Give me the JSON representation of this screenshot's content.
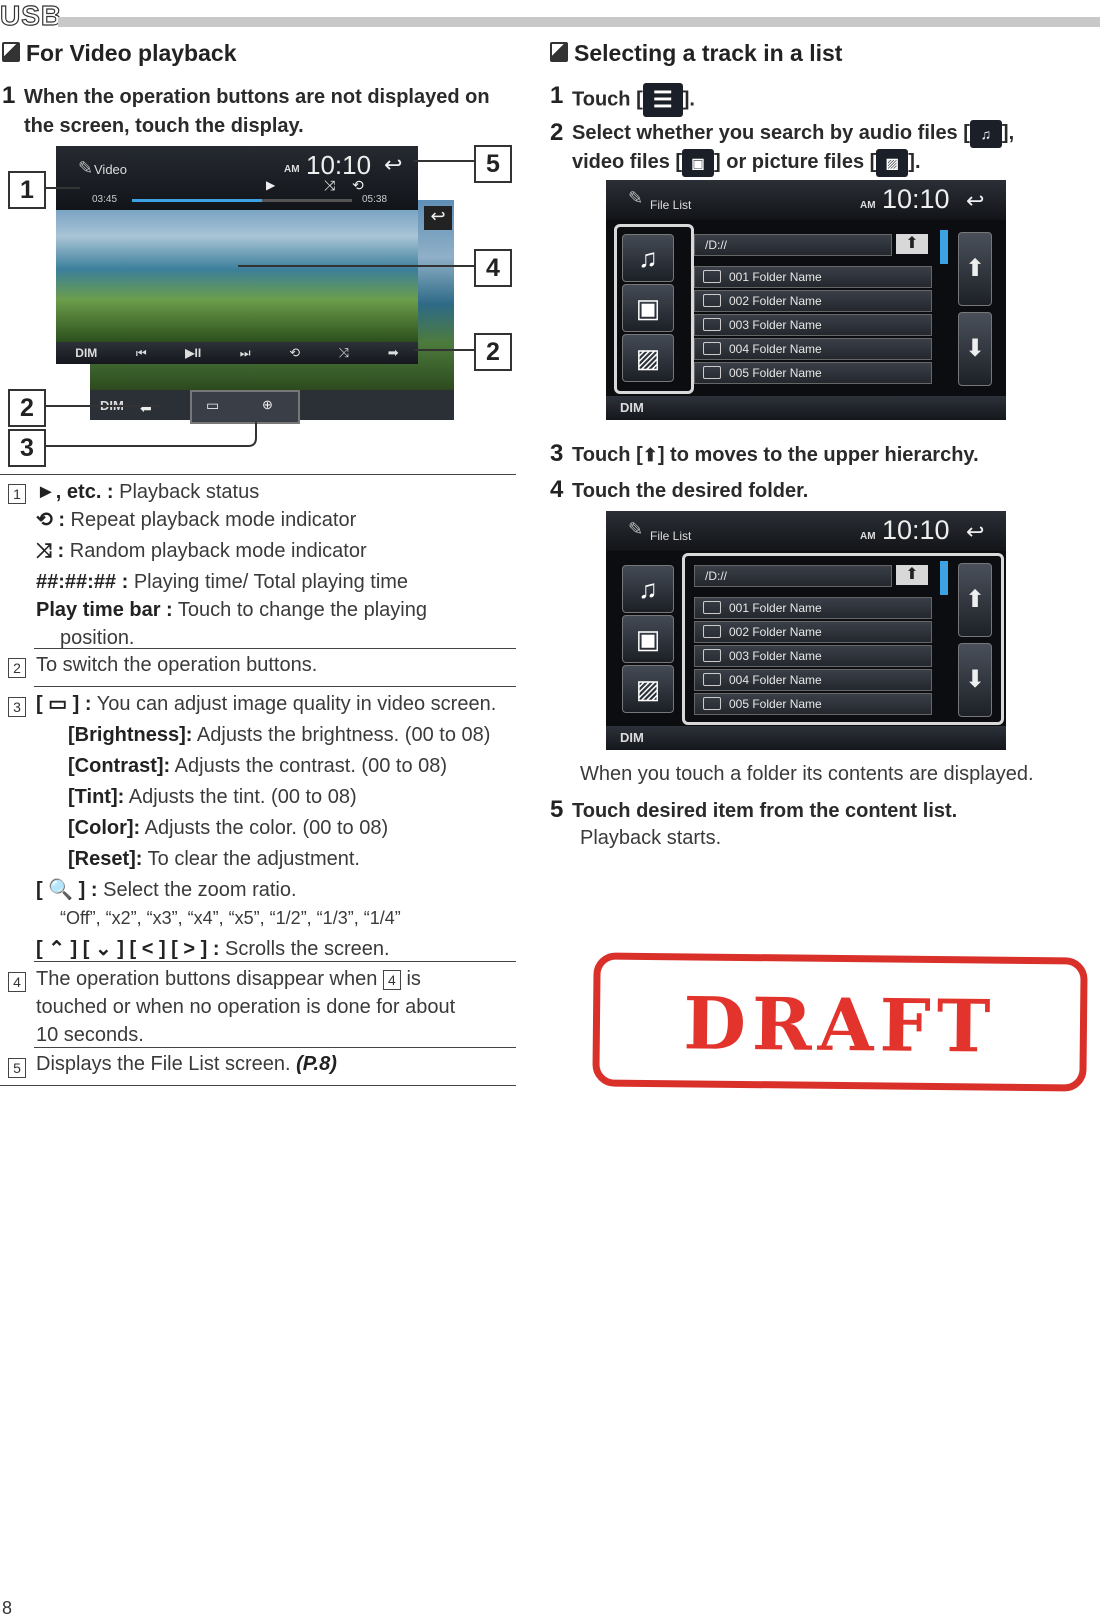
{
  "header": {
    "title": "USB"
  },
  "left": {
    "section_title": "For Video playback",
    "step1": {
      "num": "1",
      "text": "When the operation buttons are not displayed on the screen, touch the display."
    },
    "screenshot": {
      "title": "Video",
      "am": "AM",
      "clock": "10:10",
      "time_elapsed": "03:45",
      "time_total": "05:38",
      "buttons": [
        "DIM",
        "⏮",
        "▶II",
        "⏭",
        "⟲",
        "⤨",
        "➡"
      ],
      "dim2": "DIM",
      "callouts": [
        "1",
        "5",
        "4",
        "2",
        "2",
        "3"
      ]
    },
    "items": [
      {
        "num": "1",
        "lines": [
          {
            "label": "►, etc. :",
            "text": " Playback status"
          },
          {
            "label": "⟲ :",
            "text": " Repeat playback mode indicator"
          },
          {
            "label": "⤨ :",
            "text": " Random playback mode indicator"
          },
          {
            "label": "##:##:## :",
            "text": " Playing time/ Total playing time"
          },
          {
            "label": "Play time bar :",
            "text": " Touch to change the playing"
          },
          {
            "label": "",
            "text": "position."
          }
        ]
      },
      {
        "num": "2",
        "text": "To switch the operation buttons."
      },
      {
        "num": "3",
        "head": {
          "label": "[ ▭ ] :",
          "text": " You can adjust image quality in video screen."
        },
        "subs": [
          {
            "label": "[Brightness]:",
            "text": " Adjusts the brightness. (00 to 08)"
          },
          {
            "label": "[Contrast]:",
            "text": " Adjusts the contrast. (00 to 08)"
          },
          {
            "label": "[Tint]:",
            "text": " Adjusts the tint. (00 to 08)"
          },
          {
            "label": "[Color]:",
            "text": " Adjusts the color. (00 to 08)"
          },
          {
            "label": "[Reset]:",
            "text": " To clear the adjustment."
          }
        ],
        "zoom": {
          "label": "[ 🔍 ] :",
          "text": " Select the zoom ratio."
        },
        "zoom_options": "“Off”, “x2”, “x3”, “x4”, “x5”, “1/2”, “1/3”, “1/4”",
        "scroll": {
          "label": "[ ⌃ ] [ ⌄ ] [ < ] [ > ] :",
          "text": " Scrolls the screen."
        }
      },
      {
        "num": "4",
        "text_a": "The operation buttons disappear when",
        "ref": "4",
        "text_b": "is",
        "text_c": "touched or when no operation is done for about",
        "text_d": "10 seconds."
      },
      {
        "num": "5",
        "text": "Displays the File List screen.",
        "ref": "(P.8)"
      }
    ]
  },
  "right": {
    "section_title": "Selecting a track in a list",
    "steps": [
      {
        "num": "1",
        "text_a": "Touch [",
        "text_b": "]."
      },
      {
        "num": "2",
        "line1_a": "Select whether you search by audio files [",
        "line1_b": "],",
        "line2_a": "video files [",
        "line2_b": "] or picture files [",
        "line2_c": "]."
      },
      {
        "num": "3",
        "text_a": "Touch [",
        "text_b": "] to moves to the upper hierarchy."
      },
      {
        "num": "4",
        "text": "Touch the desired folder."
      },
      {
        "num": "5",
        "text": "Touch desired item from the content list."
      }
    ],
    "note4": "When you touch a folder its contents are displayed.",
    "note5": "Playback starts.",
    "file_list": {
      "title": "File List",
      "am": "AM",
      "clock": "10:10",
      "path": "/D://",
      "folders": [
        "001 Folder Name",
        "002 Folder Name",
        "003 Folder Name",
        "004 Folder Name",
        "005 Folder Name"
      ],
      "dim": "DIM"
    }
  },
  "stamp": {
    "text": "DRAFT"
  },
  "footer": {
    "page": "8"
  }
}
